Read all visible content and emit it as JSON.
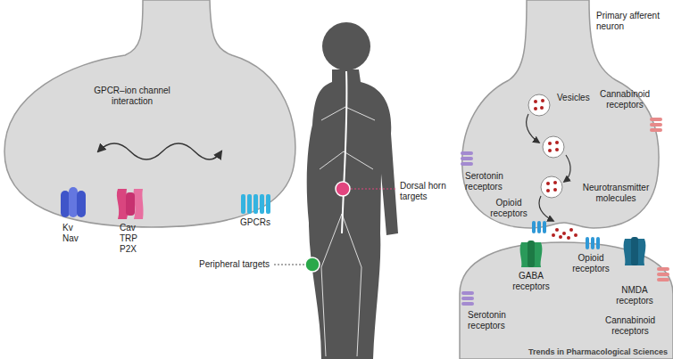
{
  "diagram": {
    "labels": [
      "GPCR–ion channel interaction",
      "Kv",
      "Nav",
      "Cav",
      "TRP",
      "P2X",
      "GPCRs",
      "Dorsal horn targets",
      "Peripheral targets",
      "Primary afferent neuron",
      "Vesicles",
      "Cannabinoid receptors",
      "Serotonin receptors",
      "Opioid receptors",
      "Neurotransmitter molecules",
      "GABA receptors",
      "Opioid receptors",
      "NMDA receptors",
      "Serotonin receptors",
      "Cannabinoid receptors",
      "Trends in Pharmacological Sciences"
    ]
  }
}
